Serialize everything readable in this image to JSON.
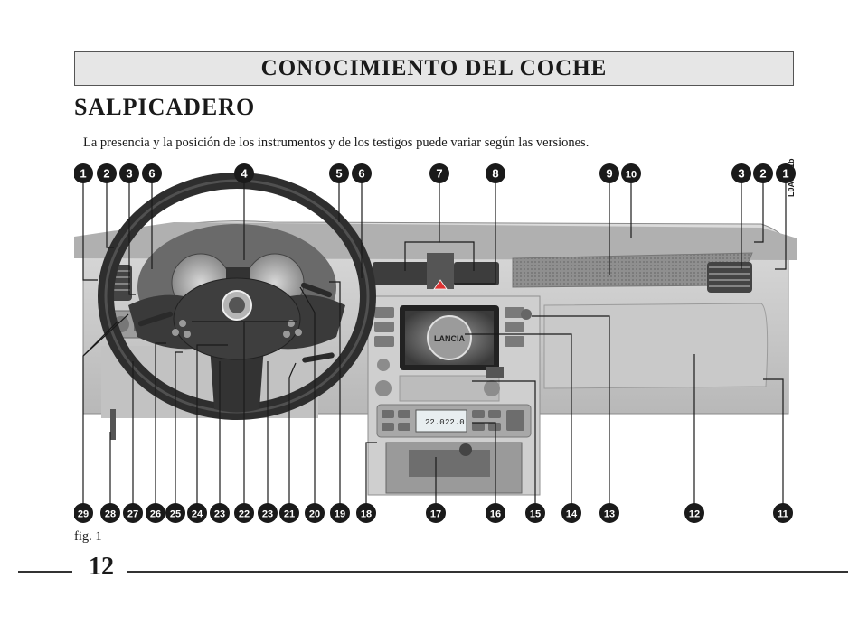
{
  "header": {
    "title": "CONOCIMIENTO DEL COCHE"
  },
  "section": {
    "title": "SALPICADERO"
  },
  "intro": {
    "text": "La presencia y la posición de los instrumentos y de los testigos puede variar según las versiones."
  },
  "figure": {
    "code": "L0A0001b",
    "label": "fig. 1",
    "top_callouts": [
      "1",
      "2",
      "3",
      "6",
      "4",
      "5",
      "6",
      "7",
      "8",
      "9",
      "10",
      "3",
      "2",
      "1"
    ],
    "bottom_callouts": [
      "29",
      "28",
      "27",
      "26",
      "25",
      "24",
      "23",
      "22",
      "23",
      "21",
      "20",
      "19",
      "18",
      "17",
      "16",
      "15",
      "14",
      "13",
      "12",
      "11"
    ],
    "screen_text": "LANCIA",
    "climate_display_left": "22.0",
    "climate_display_right": "22.0"
  },
  "footer": {
    "page_number": "12"
  },
  "colors": {
    "callout": "#1a1a1a",
    "callout_text": "#ffffff",
    "header_bg": "#e6e6e6"
  }
}
